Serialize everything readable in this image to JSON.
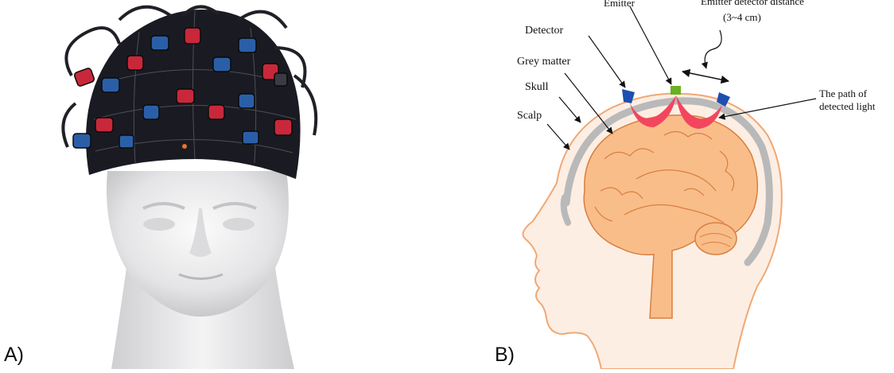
{
  "panels": {
    "a": {
      "letter": "A)"
    },
    "b": {
      "letter": "B)"
    }
  },
  "labels": {
    "emitter": "Emitter",
    "emitter_detector_distance": "Emitter detector distance",
    "distance_value": "(3~4 cm)",
    "detector": "Detector",
    "grey_matter": "Grey matter",
    "skull": "Skull",
    "scalp": "Scalp",
    "light_path_line1": "The path of",
    "light_path_line2": "detected light"
  },
  "colors": {
    "skin": "#fdeee4",
    "skin_outline": "#f0a874",
    "brain": "#f9bd8a",
    "brain_outline": "#d97f3f",
    "skull": "#b9b9b9",
    "light_path": "#f2465e",
    "emitter": "#6ab023",
    "detector": "#1d4fb0",
    "cap": "#1a1b22",
    "mannequin": "#e9e9ea"
  }
}
